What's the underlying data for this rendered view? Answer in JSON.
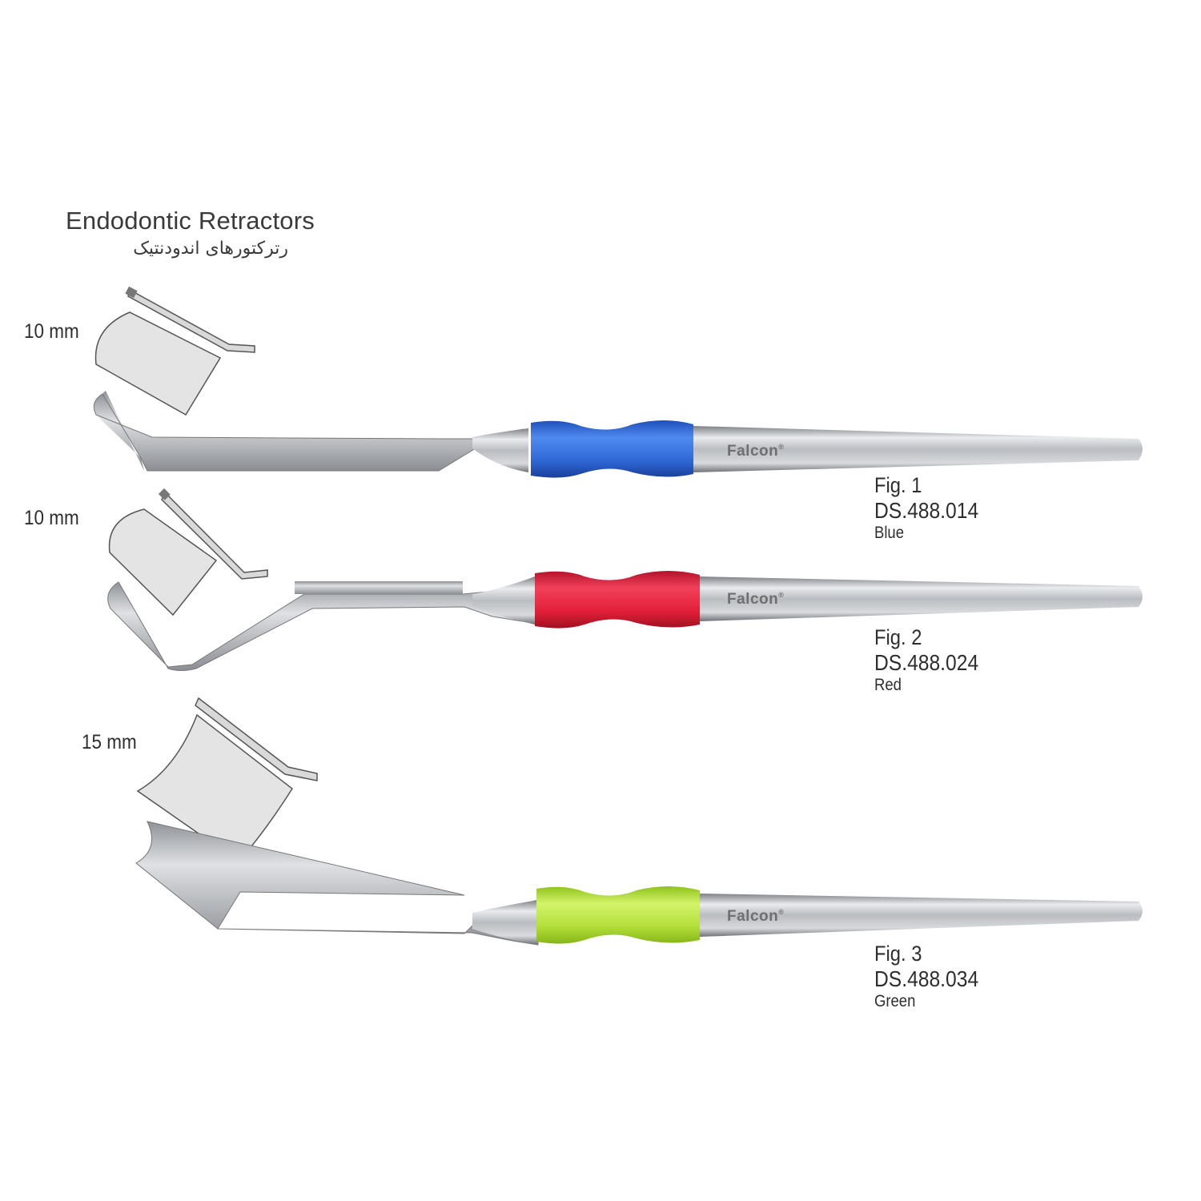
{
  "header": {
    "title": "Endodontic Retractors",
    "subtitle": "رترکتورهای اندودنتیک"
  },
  "brand": "Falcon",
  "colors": {
    "blue": "#2f68d6",
    "red": "#e3203a",
    "green": "#b3df3a",
    "steel": "#c9ccd0"
  },
  "instruments": [
    {
      "size": "10 mm",
      "fig": "Fig. 1",
      "code": "DS.488.014",
      "color": "Blue",
      "handle_color": "#2f68d6"
    },
    {
      "size": "10 mm",
      "fig": "Fig. 2",
      "code": "DS.488.024",
      "color": "Red",
      "handle_color": "#e3203a"
    },
    {
      "size": "15 mm",
      "fig": "Fig. 3",
      "code": "DS.488.034",
      "color": "Green",
      "handle_color": "#b3df3a"
    }
  ]
}
